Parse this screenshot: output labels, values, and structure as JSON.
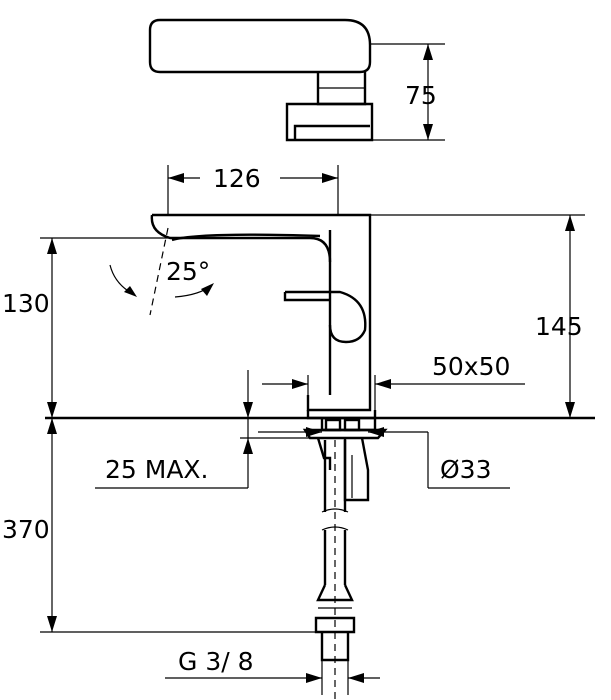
{
  "dimensions": {
    "height_handle_top": "75",
    "spout_reach": "126",
    "spout_height": "130",
    "total_height": "145",
    "handle_angle": "25°",
    "base_size": "50x50",
    "deck_thickness": "25 MAX.",
    "hole_diameter": "Ø33",
    "hose_length": "370",
    "connection_thread": "G 3/ 8"
  }
}
